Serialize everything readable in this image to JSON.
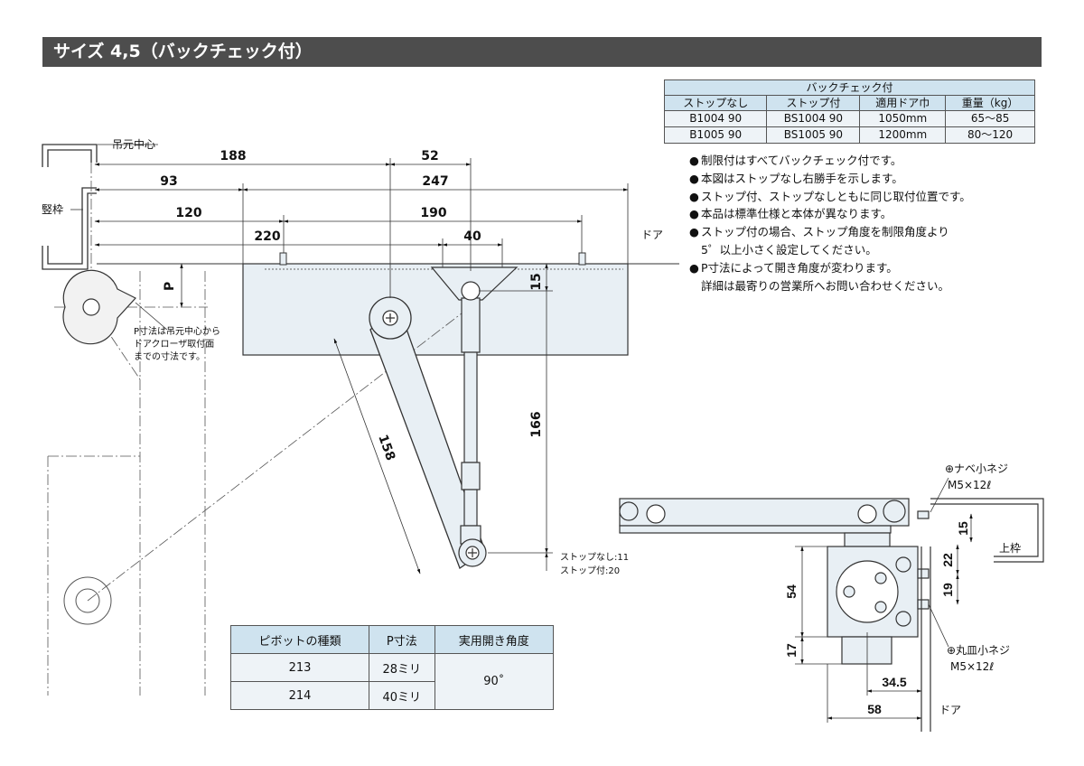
{
  "header": {
    "title": "サイズ 4,5（バックチェック付）"
  },
  "backcheck_table": {
    "title": "バックチェック付",
    "columns": [
      "ストップなし",
      "ストップ付",
      "適用ドア巾",
      "重量（kg）"
    ],
    "rows": [
      [
        "B1004 90",
        "BS1004 90",
        "1050mm",
        "65〜85"
      ],
      [
        "B1005 90",
        "BS1005 90",
        "1200mm",
        "80〜120"
      ]
    ]
  },
  "notes": [
    "制限付はすべてバックチェック付です。",
    "本図はストップなし右勝手を示します。",
    "ストップ付、ストップなしともに同じ取付位置です。",
    "本品は標準仕様と本体が異なります。",
    "ストップ付の場合、ストップ角度を制限角度より",
    "5゜以上小さく設定してください。",
    "P寸法によって開き角度が変わります。",
    "詳細は最寄りの営業所へお問い合わせください。"
  ],
  "pivot_table": {
    "columns": [
      "ピボットの種類",
      "P寸法",
      "実用開き角度"
    ],
    "rows": [
      [
        "213",
        "28ミリ"
      ],
      [
        "214",
        "40ミリ"
      ]
    ],
    "angle": "90˚"
  },
  "labels": {
    "hinge_center": "吊元中心",
    "frame": "竪枠",
    "door": "ドア",
    "p": "P",
    "p_note": [
      "P寸法は吊元中心から",
      "ドアクローザ取付面",
      "までの寸法です。"
    ],
    "stop_note": [
      "ストップなし:11",
      "ストップ付:20"
    ],
    "pan_screw": [
      "⊕ナベ小ネジ",
      "M5×12ℓ"
    ],
    "oval_screw": [
      "⊕丸皿小ネジ",
      "M5×12ℓ"
    ],
    "top_frame": "上枠",
    "door_side": "ドア"
  },
  "dims": {
    "d188": "188",
    "d52": "52",
    "d93": "93",
    "d247": "247",
    "d120": "120",
    "d190": "190",
    "d220": "220",
    "d40": "40",
    "d15": "15",
    "d166": "166",
    "d158": "158",
    "s15": "15",
    "s22": "22",
    "s19": "19",
    "s54": "54",
    "s17": "17",
    "s34_5": "34.5",
    "s58": "58"
  }
}
